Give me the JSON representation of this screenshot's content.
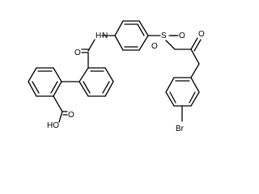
{
  "molecule": {
    "atoms": {
      "nh": "H",
      "nh_n": "N",
      "sulfonyl_s": "S",
      "sulfonyl_o_left": "O",
      "sulfonyl_o_right": "O",
      "ketone_o": "O",
      "amide_o": "O",
      "acid_ho": "HO",
      "acid_o": "O",
      "bromine": "Br"
    }
  }
}
